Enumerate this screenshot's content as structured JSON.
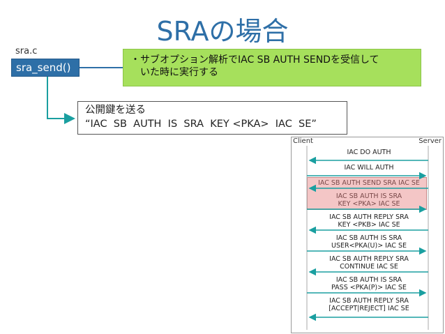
{
  "title": "SRAの場合",
  "file_label": "sra.c",
  "function_name": "sra_send()",
  "note_line1": "・サブオプション解析でIAC SB AUTH SENDを受信して",
  "note_line2": "　いた時に実行する",
  "send_box_line1": "公開鍵を送る",
  "send_box_line2": "“IAC  SB  AUTH  IS  SRA  KEY <PKA>  IAC  SE”",
  "colors": {
    "accent": "#2e6fa7",
    "note": "#a6e05c",
    "highlight": "#f4c6c6",
    "arrow": "#1a9fa0"
  },
  "sequence": {
    "client_label": "Client",
    "server_label": "Server",
    "messages": [
      {
        "text": "IAC DO AUTH",
        "dir": "to-client"
      },
      {
        "text": "IAC WILL AUTH",
        "dir": "to-server"
      },
      {
        "text": "IAC SB AUTH SEND SRA IAC SE",
        "dir": "to-client",
        "highlight": true
      },
      {
        "text": "IAC SB AUTH IS SRA\nKEY <PKA> IAC SE",
        "dir": "to-server",
        "highlight": true
      },
      {
        "text": "IAC SB AUTH REPLY SRA\nKEY <PKB> IAC SE",
        "dir": "to-client"
      },
      {
        "text": "IAC SB AUTH IS SRA\nUSER<PKA(U)> IAC SE",
        "dir": "to-server"
      },
      {
        "text": "IAC SB AUTH REPLY SRA\nCONTINUE IAC SE",
        "dir": "to-client"
      },
      {
        "text": "IAC SB AUTH IS SRA\nPASS <PKA(P)> IAC SE",
        "dir": "to-server"
      },
      {
        "text": "IAC SB AUTH REPLY SRA\n[ACCEPT|REJECT] IAC SE",
        "dir": "to-client"
      }
    ]
  }
}
